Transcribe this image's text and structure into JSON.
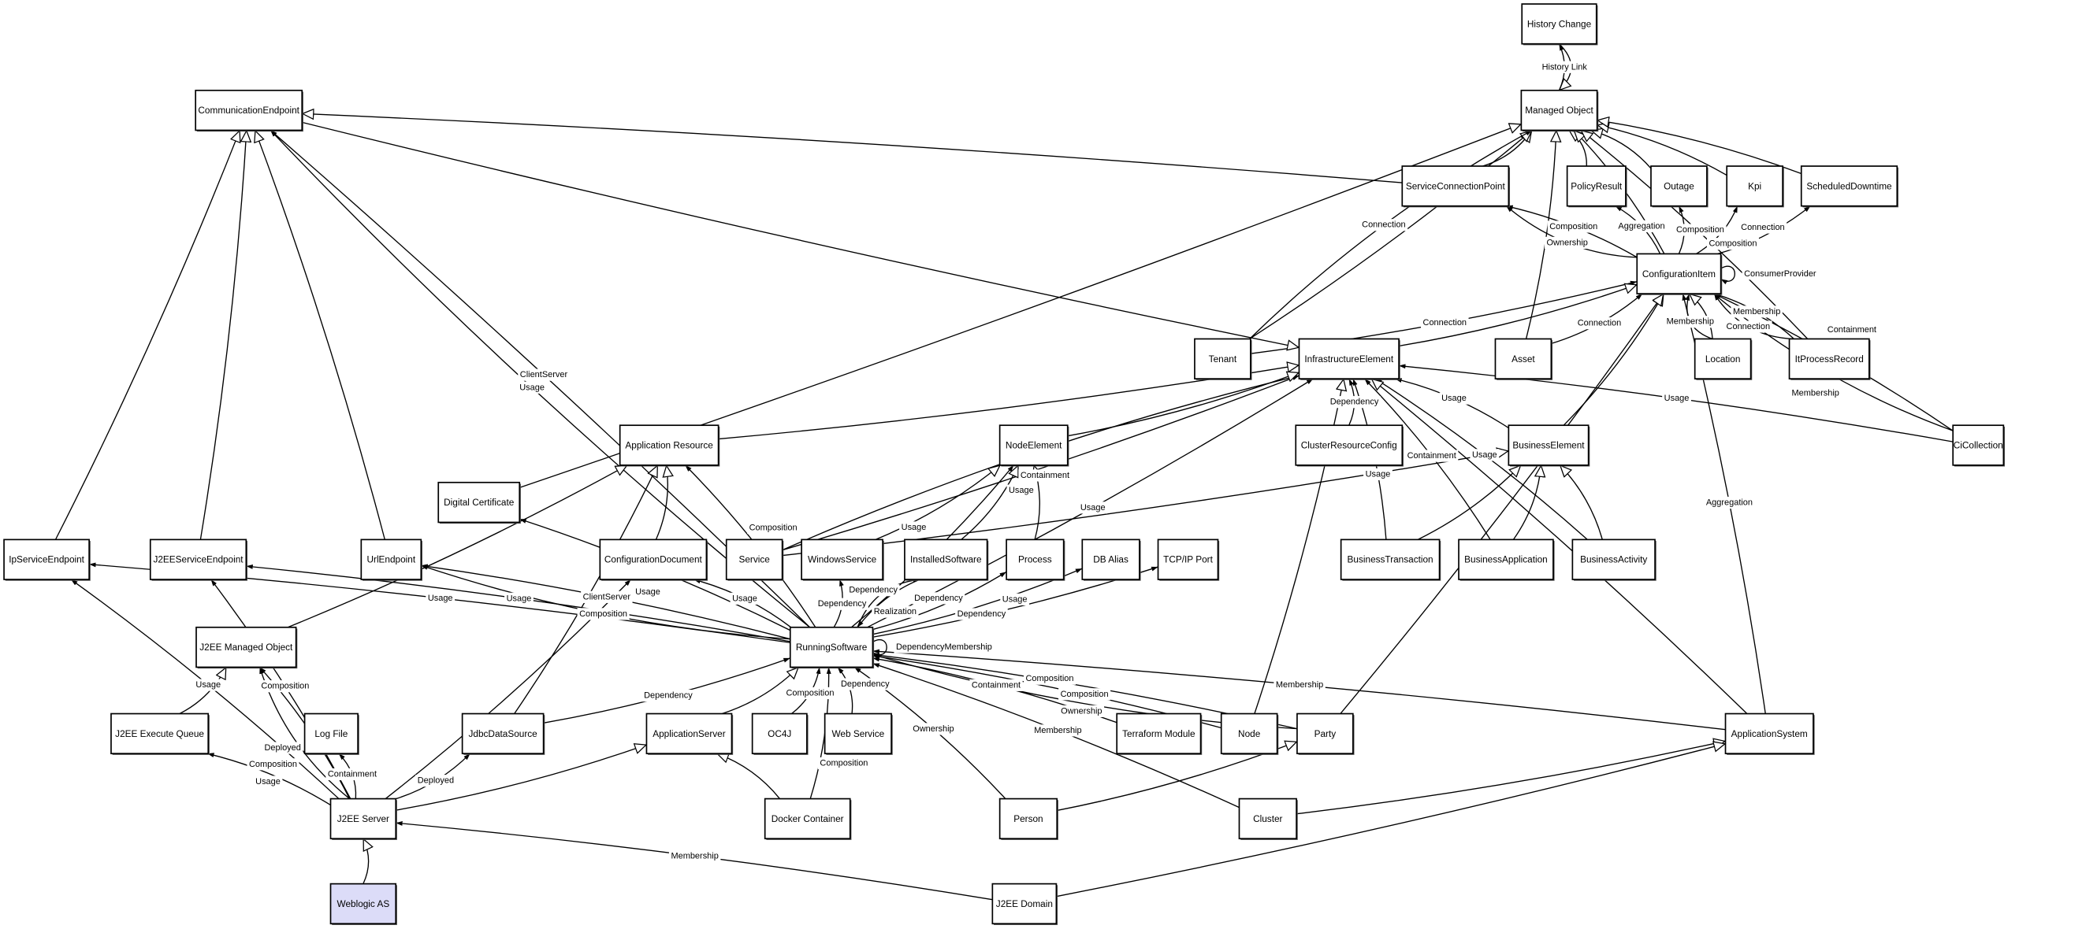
{
  "diagram": {
    "highlight_color": "#dcdcf8",
    "nodes": [
      {
        "id": "HistoryChange",
        "label": "History Change"
      },
      {
        "id": "ManagedObject",
        "label": "Managed Object"
      },
      {
        "id": "CommunicationEndpoint",
        "label": "CommunicationEndpoint"
      },
      {
        "id": "ServiceConnectionPoint",
        "label": "ServiceConnectionPoint"
      },
      {
        "id": "PolicyResult",
        "label": "PolicyResult"
      },
      {
        "id": "Outage",
        "label": "Outage"
      },
      {
        "id": "Kpi",
        "label": "Kpi"
      },
      {
        "id": "ScheduledDowntime",
        "label": "ScheduledDowntime"
      },
      {
        "id": "ConfigurationItem",
        "label": "ConfigurationItem"
      },
      {
        "id": "Tenant",
        "label": "Tenant"
      },
      {
        "id": "InfrastructureElement",
        "label": "InfrastructureElement"
      },
      {
        "id": "Asset",
        "label": "Asset"
      },
      {
        "id": "Location",
        "label": "Location"
      },
      {
        "id": "ItProcessRecord",
        "label": "ItProcessRecord"
      },
      {
        "id": "ApplicationResource",
        "label": "Application Resource"
      },
      {
        "id": "NodeElement",
        "label": "NodeElement"
      },
      {
        "id": "ClusterResourceConfig",
        "label": "ClusterResourceConfig"
      },
      {
        "id": "BusinessElement",
        "label": "BusinessElement"
      },
      {
        "id": "CiCollection",
        "label": "CiCollection"
      },
      {
        "id": "DigitalCertificate",
        "label": "Digital Certificate"
      },
      {
        "id": "IpServiceEndpoint",
        "label": "IpServiceEndpoint"
      },
      {
        "id": "J2EEServiceEndpoint",
        "label": "J2EEServiceEndpoint"
      },
      {
        "id": "UrlEndpoint",
        "label": "UrlEndpoint"
      },
      {
        "id": "ConfigurationDocument",
        "label": "ConfigurationDocument"
      },
      {
        "id": "Service",
        "label": "Service"
      },
      {
        "id": "WindowsService",
        "label": "WindowsService"
      },
      {
        "id": "InstalledSoftware",
        "label": "InstalledSoftware"
      },
      {
        "id": "Process",
        "label": "Process"
      },
      {
        "id": "DBAlias",
        "label": "DB Alias"
      },
      {
        "id": "TCPIPPort",
        "label": "TCP/IP Port"
      },
      {
        "id": "BusinessTransaction",
        "label": "BusinessTransaction"
      },
      {
        "id": "BusinessApplication",
        "label": "BusinessApplication"
      },
      {
        "id": "BusinessActivity",
        "label": "BusinessActivity"
      },
      {
        "id": "RunningSoftware",
        "label": "RunningSoftware"
      },
      {
        "id": "J2EEManagedObject",
        "label": "J2EE Managed Object"
      },
      {
        "id": "J2EEExecuteQueue",
        "label": "J2EE Execute Queue"
      },
      {
        "id": "LogFile",
        "label": "Log File"
      },
      {
        "id": "JdbcDataSource",
        "label": "JdbcDataSource"
      },
      {
        "id": "ApplicationServer",
        "label": "ApplicationServer"
      },
      {
        "id": "OC4J",
        "label": "OC4J"
      },
      {
        "id": "WebService",
        "label": "Web Service"
      },
      {
        "id": "TerraformModule",
        "label": "Terraform Module"
      },
      {
        "id": "Node",
        "label": "Node"
      },
      {
        "id": "Party",
        "label": "Party"
      },
      {
        "id": "ApplicationSystem",
        "label": "ApplicationSystem"
      },
      {
        "id": "J2EEServer",
        "label": "J2EE Server"
      },
      {
        "id": "DockerContainer",
        "label": "Docker Container"
      },
      {
        "id": "Person",
        "label": "Person"
      },
      {
        "id": "Cluster",
        "label": "Cluster"
      },
      {
        "id": "WeblogicAS",
        "label": "Weblogic AS",
        "highlighted": true
      },
      {
        "id": "J2EEDomain",
        "label": "J2EE Domain"
      }
    ],
    "edges": [
      {
        "from": "ManagedObject",
        "to": "HistoryChange",
        "label": "History Link",
        "arrow": "filled"
      },
      {
        "from": "HistoryChange",
        "to": "ManagedObject",
        "label": "",
        "arrow": "hollow"
      },
      {
        "from": "ServiceConnectionPoint",
        "to": "CommunicationEndpoint",
        "label": "",
        "arrow": "hollow"
      },
      {
        "from": "ServiceConnectionPoint",
        "to": "ManagedObject",
        "label": "",
        "arrow": "hollow"
      },
      {
        "from": "PolicyResult",
        "to": "ManagedObject",
        "label": "",
        "arrow": "hollow"
      },
      {
        "from": "Outage",
        "to": "ManagedObject",
        "label": "",
        "arrow": "hollow"
      },
      {
        "from": "Kpi",
        "to": "ManagedObject",
        "label": "",
        "arrow": "hollow"
      },
      {
        "from": "ScheduledDowntime",
        "to": "ManagedObject",
        "label": "",
        "arrow": "hollow"
      },
      {
        "from": "ConfigurationItem",
        "to": "ManagedObject",
        "label": "",
        "arrow": "hollow"
      },
      {
        "from": "Tenant",
        "to": "ManagedObject",
        "label": "",
        "arrow": "hollow"
      },
      {
        "from": "Tenant",
        "to": "ManagedObject",
        "label": "Connection",
        "arrow": "filled"
      },
      {
        "from": "Asset",
        "to": "ManagedObject",
        "label": "",
        "arrow": "hollow"
      },
      {
        "from": "ItProcessRecord",
        "to": "ManagedObject",
        "label": "",
        "arrow": "hollow"
      },
      {
        "from": "DigitalCertificate",
        "to": "ManagedObject",
        "label": "",
        "arrow": "hollow"
      },
      {
        "from": "ConfigurationItem",
        "to": "ServiceConnectionPoint",
        "label": "Composition",
        "arrow": "filled"
      },
      {
        "from": "ConfigurationItem",
        "to": "ServiceConnectionPoint",
        "label": "Ownership",
        "arrow": "filled"
      },
      {
        "from": "ConfigurationItem",
        "to": "PolicyResult",
        "label": "Aggregation",
        "arrow": "filled"
      },
      {
        "from": "ConfigurationItem",
        "to": "Outage",
        "label": "Composition",
        "arrow": "filled"
      },
      {
        "from": "ConfigurationItem",
        "to": "Kpi",
        "label": "Composition",
        "arrow": "filled"
      },
      {
        "from": "ConfigurationItem",
        "to": "ScheduledDowntime",
        "label": "Connection",
        "arrow": "filled"
      },
      {
        "from": "ConfigurationItem",
        "to": "ConfigurationItem",
        "label": "ConsumerProvider",
        "arrow": "filled"
      },
      {
        "from": "Tenant",
        "to": "ConfigurationItem",
        "label": "Connection",
        "arrow": "filled"
      },
      {
        "from": "InfrastructureElement",
        "to": "ConfigurationItem",
        "label": "",
        "arrow": "hollow"
      },
      {
        "from": "Asset",
        "to": "ConfigurationItem",
        "label": "Connection",
        "arrow": "filled"
      },
      {
        "from": "Location",
        "to": "ConfigurationItem",
        "label": "",
        "arrow": "hollow"
      },
      {
        "from": "Location",
        "to": "ConfigurationItem",
        "label": "Membership",
        "arrow": "filled"
      },
      {
        "from": "ItProcessRecord",
        "to": "ConfigurationItem",
        "label": "Membership",
        "arrow": "filled"
      },
      {
        "from": "ItProcessRecord",
        "to": "ConfigurationItem",
        "label": "Connection",
        "arrow": "filled"
      },
      {
        "from": "CiCollection",
        "to": "ConfigurationItem",
        "label": "Containment",
        "arrow": "filled"
      },
      {
        "from": "CiCollection",
        "to": "ConfigurationItem",
        "label": "Membership",
        "arrow": "filled"
      },
      {
        "from": "BusinessElement",
        "to": "ConfigurationItem",
        "label": "",
        "arrow": "hollow"
      },
      {
        "from": "ApplicationSystem",
        "to": "ConfigurationItem",
        "label": "Aggregation",
        "arrow": "filled"
      },
      {
        "from": "Party",
        "to": "ConfigurationItem",
        "label": "",
        "arrow": "hollow"
      },
      {
        "from": "CommunicationEndpoint",
        "to": "InfrastructureElement",
        "label": "",
        "arrow": "hollow"
      },
      {
        "from": "ApplicationResource",
        "to": "InfrastructureElement",
        "label": "",
        "arrow": "hollow"
      },
      {
        "from": "Service",
        "to": "InfrastructureElement",
        "label": "Containment",
        "arrow": "filled"
      },
      {
        "from": "Service",
        "to": "InfrastructureElement",
        "label": "Usage",
        "arrow": "filled"
      },
      {
        "from": "NodeElement",
        "to": "InfrastructureElement",
        "label": "",
        "arrow": "hollow"
      },
      {
        "from": "ClusterResourceConfig",
        "to": "InfrastructureElement",
        "label": "Dependency",
        "arrow": "filled"
      },
      {
        "from": "BusinessElement",
        "to": "InfrastructureElement",
        "label": "Usage",
        "arrow": "filled"
      },
      {
        "from": "BusinessApplication",
        "to": "InfrastructureElement",
        "label": "Containment",
        "arrow": "filled"
      },
      {
        "from": "BusinessActivity",
        "to": "InfrastructureElement",
        "label": "Usage",
        "arrow": "filled"
      },
      {
        "from": "BusinessTransaction",
        "to": "InfrastructureElement",
        "label": "Usage",
        "arrow": "filled"
      },
      {
        "from": "RunningSoftware",
        "to": "InfrastructureElement",
        "label": "Usage",
        "arrow": "filled"
      },
      {
        "from": "CiCollection",
        "to": "InfrastructureElement",
        "label": "Usage",
        "arrow": "filled"
      },
      {
        "from": "Node",
        "to": "InfrastructureElement",
        "label": "",
        "arrow": "hollow"
      },
      {
        "from": "ApplicationSystem",
        "to": "InfrastructureElement",
        "label": "",
        "arrow": "hollow"
      },
      {
        "from": "IpServiceEndpoint",
        "to": "CommunicationEndpoint",
        "label": "",
        "arrow": "hollow"
      },
      {
        "from": "J2EEServiceEndpoint",
        "to": "CommunicationEndpoint",
        "label": "",
        "arrow": "hollow"
      },
      {
        "from": "UrlEndpoint",
        "to": "CommunicationEndpoint",
        "label": "",
        "arrow": "hollow"
      },
      {
        "from": "RunningSoftware",
        "to": "CommunicationEndpoint",
        "label": "ClientServer",
        "arrow": "filled"
      },
      {
        "from": "RunningSoftware",
        "to": "CommunicationEndpoint",
        "label": "Usage",
        "arrow": "filled"
      },
      {
        "from": "ConfigurationDocument",
        "to": "ApplicationResource",
        "label": "",
        "arrow": "hollow"
      },
      {
        "from": "RunningSoftware",
        "to": "ApplicationResource",
        "label": "Composition",
        "arrow": "filled"
      },
      {
        "from": "J2EEManagedObject",
        "to": "ApplicationResource",
        "label": "",
        "arrow": "hollow"
      },
      {
        "from": "JdbcDataSource",
        "to": "ApplicationResource",
        "label": "",
        "arrow": "hollow"
      },
      {
        "from": "WindowsService",
        "to": "NodeElement",
        "label": "",
        "arrow": "hollow"
      },
      {
        "from": "InstalledSoftware",
        "to": "NodeElement",
        "label": "",
        "arrow": "hollow"
      },
      {
        "from": "Process",
        "to": "NodeElement",
        "label": "",
        "arrow": "hollow"
      },
      {
        "from": "RunningSoftware",
        "to": "NodeElement",
        "label": "Usage",
        "arrow": "filled"
      },
      {
        "from": "Service",
        "to": "BusinessElement",
        "label": "",
        "arrow": "hollow"
      },
      {
        "from": "BusinessTransaction",
        "to": "BusinessElement",
        "label": "",
        "arrow": "hollow"
      },
      {
        "from": "BusinessApplication",
        "to": "BusinessElement",
        "label": "",
        "arrow": "hollow"
      },
      {
        "from": "BusinessActivity",
        "to": "BusinessElement",
        "label": "",
        "arrow": "hollow"
      },
      {
        "from": "RunningSoftware",
        "to": "DigitalCertificate",
        "label": "Usage",
        "arrow": "filled"
      },
      {
        "from": "RunningSoftware",
        "to": "IpServiceEndpoint",
        "label": "Usage",
        "arrow": "filled"
      },
      {
        "from": "RunningSoftware",
        "to": "J2EEServiceEndpoint",
        "label": "Usage",
        "arrow": "filled"
      },
      {
        "from": "RunningSoftware",
        "to": "UrlEndpoint",
        "label": "ClientServer",
        "arrow": "filled"
      },
      {
        "from": "RunningSoftware",
        "to": "UrlEndpoint",
        "label": "Composition",
        "arrow": "filled"
      },
      {
        "from": "RunningSoftware",
        "to": "ConfigurationDocument",
        "label": "Usage",
        "arrow": "filled"
      },
      {
        "from": "RunningSoftware",
        "to": "WindowsService",
        "label": "Dependency",
        "arrow": "filled"
      },
      {
        "from": "InstalledSoftware",
        "to": "RunningSoftware",
        "label": "Realization",
        "arrow": "filled"
      },
      {
        "from": "RunningSoftware",
        "to": "InstalledSoftware",
        "label": "Dependency",
        "arrow": "filled"
      },
      {
        "from": "RunningSoftware",
        "to": "Process",
        "label": "Dependency",
        "arrow": "filled"
      },
      {
        "from": "RunningSoftware",
        "to": "DBAlias",
        "label": "Dependency",
        "arrow": "filled"
      },
      {
        "from": "RunningSoftware",
        "to": "TCPIPPort",
        "label": "Usage",
        "arrow": "filled"
      },
      {
        "from": "RunningSoftware",
        "to": "RunningSoftware",
        "label": "DependencyMembership",
        "arrow": "filled"
      },
      {
        "from": "JdbcDataSource",
        "to": "RunningSoftware",
        "label": "Dependency",
        "arrow": "filled"
      },
      {
        "from": "ApplicationServer",
        "to": "RunningSoftware",
        "label": "",
        "arrow": "hollow"
      },
      {
        "from": "OC4J",
        "to": "RunningSoftware",
        "label": "Composition",
        "arrow": "filled"
      },
      {
        "from": "WebService",
        "to": "RunningSoftware",
        "label": "Dependency",
        "arrow": "filled"
      },
      {
        "from": "TerraformModule",
        "to": "RunningSoftware",
        "label": "Containment",
        "arrow": "filled"
      },
      {
        "from": "Node",
        "to": "RunningSoftware",
        "label": "Composition",
        "arrow": "filled"
      },
      {
        "from": "Party",
        "to": "RunningSoftware",
        "label": "Composition",
        "arrow": "filled"
      },
      {
        "from": "Party",
        "to": "RunningSoftware",
        "label": "Ownership",
        "arrow": "filled"
      },
      {
        "from": "ApplicationSystem",
        "to": "RunningSoftware",
        "label": "Membership",
        "arrow": "filled"
      },
      {
        "from": "Person",
        "to": "RunningSoftware",
        "label": "Ownership",
        "arrow": "filled"
      },
      {
        "from": "Cluster",
        "to": "RunningSoftware",
        "label": "Membership",
        "arrow": "filled"
      },
      {
        "from": "DockerContainer",
        "to": "RunningSoftware",
        "label": "Composition",
        "arrow": "filled"
      },
      {
        "from": "J2EEExecuteQueue",
        "to": "J2EEManagedObject",
        "label": "",
        "arrow": "hollow"
      },
      {
        "from": "J2EEServer",
        "to": "IpServiceEndpoint",
        "label": "Usage",
        "arrow": "filled"
      },
      {
        "from": "J2EEServer",
        "to": "J2EEServiceEndpoint",
        "label": "Composition",
        "arrow": "filled"
      },
      {
        "from": "J2EEServer",
        "to": "J2EEManagedObject",
        "label": "Deployed",
        "arrow": "filled"
      },
      {
        "from": "J2EEServer",
        "to": "J2EEManagedObject",
        "label": "Composition",
        "arrow": "filled"
      },
      {
        "from": "J2EEServer",
        "to": "J2EEExecuteQueue",
        "label": "Usage",
        "arrow": "filled"
      },
      {
        "from": "J2EEServer",
        "to": "LogFile",
        "label": "Containment",
        "arrow": "filled"
      },
      {
        "from": "J2EEServer",
        "to": "JdbcDataSource",
        "label": "Deployed",
        "arrow": "filled"
      },
      {
        "from": "J2EEServer",
        "to": "ApplicationServer",
        "label": "",
        "arrow": "hollow"
      },
      {
        "from": "J2EEServer",
        "to": "ConfigurationDocument",
        "label": "",
        "arrow": "filled"
      },
      {
        "from": "WeblogicAS",
        "to": "J2EEServer",
        "label": "",
        "arrow": "hollow"
      },
      {
        "from": "J2EEDomain",
        "to": "J2EEServer",
        "label": "Membership",
        "arrow": "filled"
      },
      {
        "from": "DockerContainer",
        "to": "ApplicationServer",
        "label": "",
        "arrow": "hollow"
      },
      {
        "from": "Person",
        "to": "Party",
        "label": "",
        "arrow": "hollow"
      },
      {
        "from": "Cluster",
        "to": "ApplicationSystem",
        "label": "",
        "arrow": "hollow"
      },
      {
        "from": "J2EEDomain",
        "to": "ApplicationSystem",
        "label": "",
        "arrow": "hollow"
      }
    ]
  }
}
